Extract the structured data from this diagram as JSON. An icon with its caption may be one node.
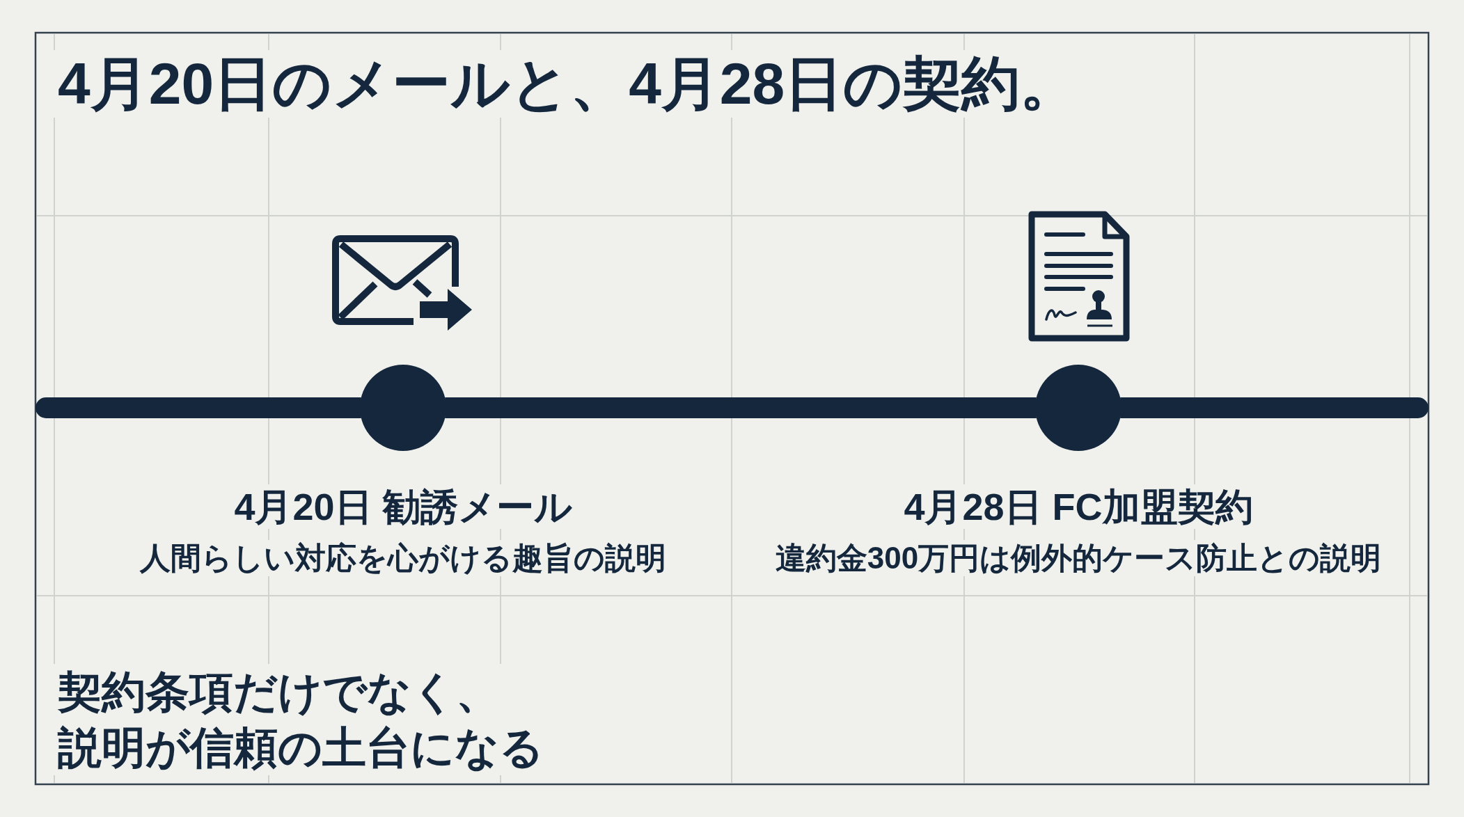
{
  "diagram": {
    "title": "4月20日のメールと、4月28日の契約。",
    "nodes": [
      {
        "text": [],
        "shape": "circle",
        "beside": [
          "4月20日 勧誘メール",
          "人間らしい対応を心がける趣旨の説明"
        ]
      },
      {
        "text": [],
        "shape": "circle",
        "beside": [
          "4月28日 FC加盟契約",
          "違約金300万円は例外的ケース防止との説明"
        ]
      }
    ],
    "edges": [
      {
        "from": null,
        "to": 0,
        "arrow": "none"
      },
      {
        "from": 0,
        "to": 1,
        "arrow": "none"
      },
      {
        "from": 1,
        "to": null,
        "arrow": "none"
      }
    ],
    "labels": [
      "契約条項だけでなく、説明が信頼の土台になる"
    ]
  }
}
